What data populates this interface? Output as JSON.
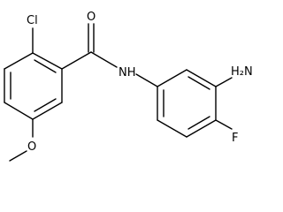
{
  "molecule": {
    "atoms": {
      "chlorine": "Cl",
      "amide_nh": "NH",
      "amino_h2n": "H₂N",
      "carbonyl_o": "O",
      "methoxy_o": "O",
      "fluorine": "F"
    }
  },
  "colors": {
    "bond": "#000000",
    "label": "#000000",
    "background": "#ffffff"
  }
}
